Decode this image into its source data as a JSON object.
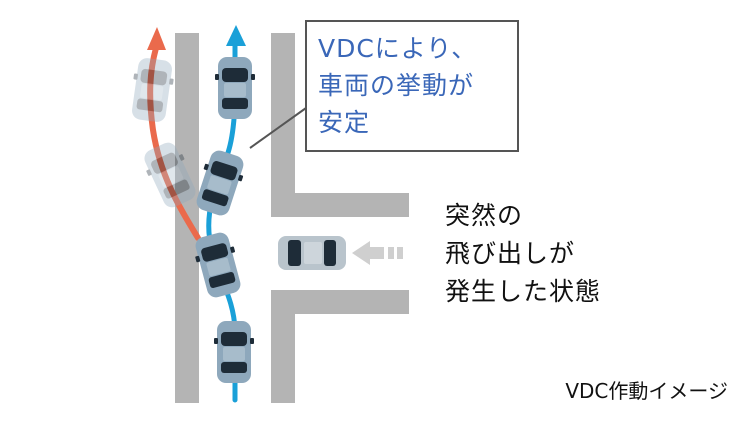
{
  "colors": {
    "road_edge": "#b4b4b4",
    "road_surface": "#ffffff",
    "vdc_path": "#1aa0d8",
    "skid_path": "#ea6a4c",
    "callout_text": "#3a67b8",
    "callout_border": "#555555",
    "car_body": "#8ea8bc",
    "car_window": "#1e2c38",
    "incoming_car": "#b9c4cc",
    "incoming_arrow": "#cfcfcf"
  },
  "callout": {
    "lines": [
      "VDCにより、",
      "車両の挙動が",
      "安定"
    ]
  },
  "situation": {
    "lines": [
      "突然の",
      "飛び出しが",
      "発生した状態"
    ]
  },
  "caption": "VDC作動イメージ",
  "icons": {
    "vdc_arrow": "arrow-up-icon",
    "skid_arrow": "arrow-up-icon",
    "incoming_direction": "arrow-left-dashed-icon"
  }
}
